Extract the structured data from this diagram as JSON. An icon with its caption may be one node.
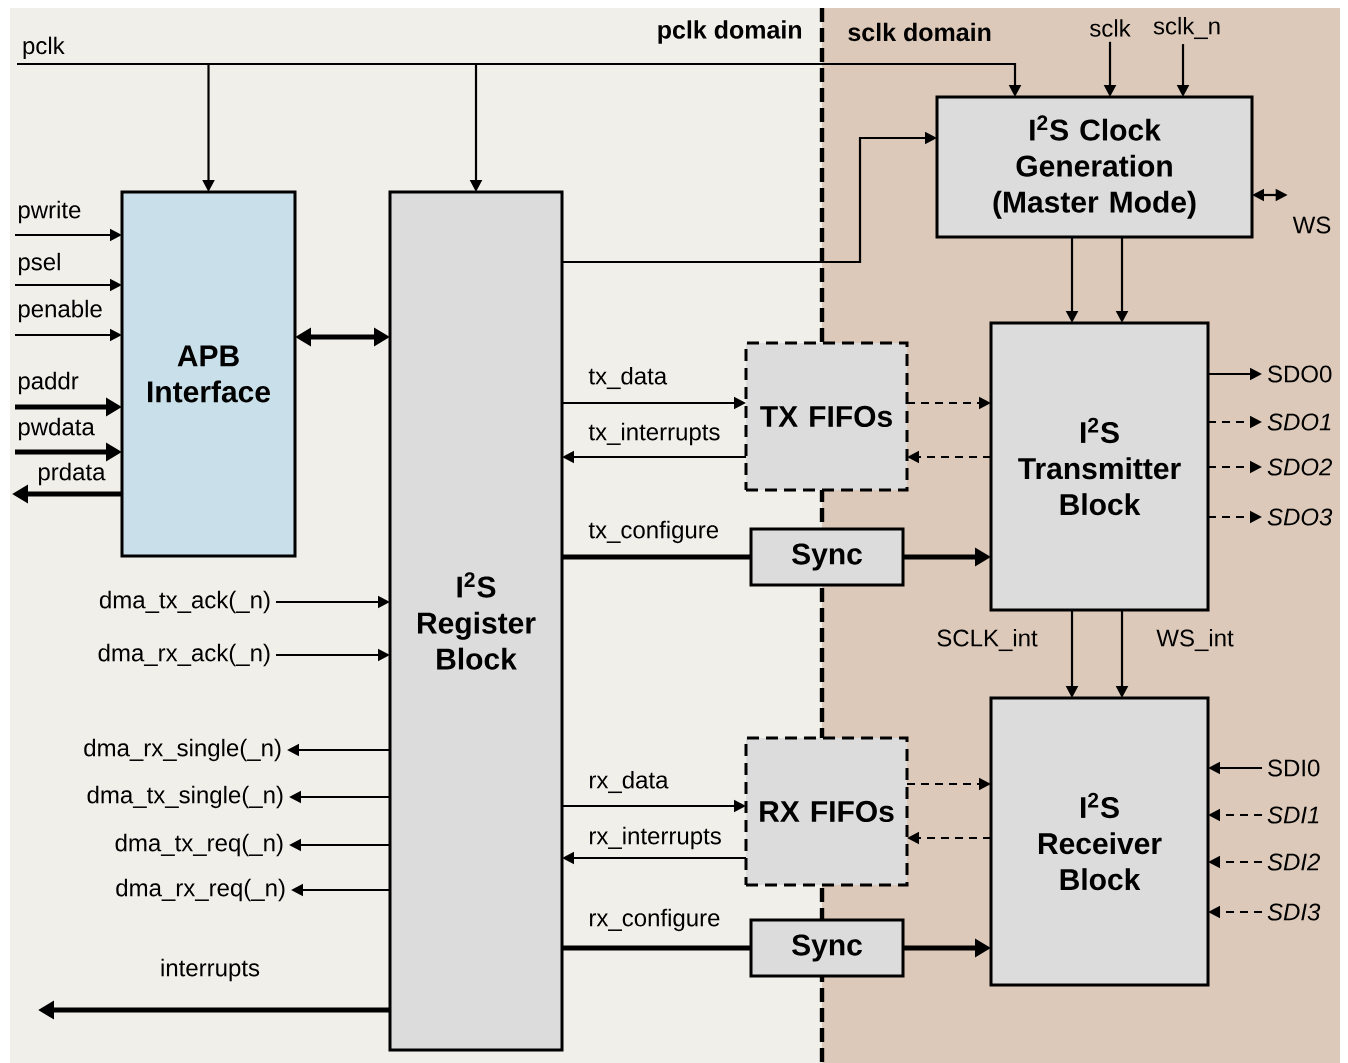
{
  "diagram": {
    "nodes": [
      {
        "text": [
          "pclk"
        ]
      },
      {
        "text": [
          "APB Interface"
        ]
      },
      {
        "text": [
          "I$^{2}$S Register Block"
        ]
      },
      {
        "text": [
          "I$^{2}$S Clock Generation (Master Mode)"
        ]
      },
      {
        "text": [
          "sclk"
        ]
      },
      {
        "text": [
          "sclk_n"
        ]
      },
      {
        "text": [
          "WS"
        ]
      },
      {
        "text": [
          "TX FIFOs"
        ]
      },
      {
        "text": [
          "Sync"
        ]
      },
      {
        "text": [
          "I$^{2}$S Transmitter Block"
        ]
      },
      {
        "text": [
          "SDO0"
        ]
      },
      {
        "text": [
          "SDO1"
        ]
      },
      {
        "text": [
          "SDO2"
        ]
      },
      {
        "text": [
          "SDO3"
        ]
      },
      {
        "text": [
          "RX FIFOs"
        ]
      },
      {
        "text": [
          "Sync"
        ]
      },
      {
        "text": [
          "I$^{2}$S Receiver Block"
        ]
      },
      {
        "text": [
          "SDI0"
        ]
      },
      {
        "text": [
          "SDI1"
        ]
      },
      {
        "text": [
          "SDI2"
        ]
      },
      {
        "text": [
          "SDI3"
        ]
      },
      {
        "text": [
          "dma_tx_ack(_n)"
        ]
      },
      {
        "text": [
          "dma_rx_ack(_n)"
        ]
      },
      {
        "text": [
          "dma_rx_single(_n)"
        ]
      },
      {
        "text": [
          "dma_tx_single(_n)"
        ]
      },
      {
        "text": [
          "dma_tx_req(_n)"
        ]
      },
      {
        "text": [
          "dma_rx_req(_n)"
        ]
      }
    ],
    "edges": [
      {
        "from": 0,
        "to": 1,
        "arrow": "to"
      },
      {
        "from": 0,
        "to": 2,
        "arrow": "to"
      },
      {
        "from": 0,
        "to": 3,
        "arrow": "to"
      },
      {
        "from": null,
        "to": 1,
        "arrow": "to",
        "label": "pwrite"
      },
      {
        "from": null,
        "to": 1,
        "arrow": "to",
        "label": "psel"
      },
      {
        "from": null,
        "to": 1,
        "arrow": "to",
        "label": "penable"
      },
      {
        "from": null,
        "to": 1,
        "arrow": "to",
        "label": "paddr",
        "style": "thick"
      },
      {
        "from": null,
        "to": 1,
        "arrow": "to",
        "label": "pwdata",
        "style": "thick"
      },
      {
        "from": 1,
        "to": null,
        "arrow": "to",
        "label": "prdata",
        "style": "thick"
      },
      {
        "from": 1,
        "to": 2,
        "arrow": "both",
        "style": "thick"
      },
      {
        "from": 2,
        "to": 3,
        "arrow": "to"
      },
      {
        "from": 4,
        "to": 3,
        "arrow": "to"
      },
      {
        "from": 5,
        "to": 3,
        "arrow": "to"
      },
      {
        "from": 3,
        "to": 6,
        "arrow": "both"
      },
      {
        "from": 3,
        "to": 9,
        "arrow": "to"
      },
      {
        "from": 3,
        "to": 9,
        "arrow": "to"
      },
      {
        "from": 2,
        "to": 7,
        "arrow": "to",
        "label": "tx_data"
      },
      {
        "from": 7,
        "to": 2,
        "arrow": "to",
        "label": "tx_interrupts"
      },
      {
        "from": 2,
        "to": 8,
        "arrow": "none",
        "label": "tx_configure",
        "style": "thick"
      },
      {
        "from": 8,
        "to": 9,
        "arrow": "to",
        "style": "thick"
      },
      {
        "from": 7,
        "to": 9,
        "arrow": "to",
        "style": "dashed"
      },
      {
        "from": 9,
        "to": 7,
        "arrow": "to",
        "style": "dashed"
      },
      {
        "from": 9,
        "to": 10,
        "arrow": "to"
      },
      {
        "from": 9,
        "to": 11,
        "arrow": "to",
        "style": "dashed"
      },
      {
        "from": 9,
        "to": 12,
        "arrow": "to",
        "style": "dashed"
      },
      {
        "from": 9,
        "to": 13,
        "arrow": "to",
        "style": "dashed"
      },
      {
        "from": 9,
        "to": 16,
        "arrow": "to",
        "label": "SCLK_int"
      },
      {
        "from": 9,
        "to": 16,
        "arrow": "to",
        "label": "WS_int"
      },
      {
        "from": 2,
        "to": 14,
        "arrow": "to",
        "label": "rx_data"
      },
      {
        "from": 14,
        "to": 2,
        "arrow": "to",
        "label": "rx_interrupts"
      },
      {
        "from": 2,
        "to": 15,
        "arrow": "none",
        "label": "rx_configure",
        "style": "thick"
      },
      {
        "from": 15,
        "to": 16,
        "arrow": "to",
        "style": "thick"
      },
      {
        "from": 14,
        "to": 16,
        "arrow": "to",
        "style": "dashed"
      },
      {
        "from": 16,
        "to": 14,
        "arrow": "to",
        "style": "dashed"
      },
      {
        "from": 17,
        "to": 16,
        "arrow": "to"
      },
      {
        "from": 18,
        "to": 16,
        "arrow": "to",
        "style": "dashed"
      },
      {
        "from": 19,
        "to": 16,
        "arrow": "to",
        "style": "dashed"
      },
      {
        "from": 20,
        "to": 16,
        "arrow": "to",
        "style": "dashed"
      },
      {
        "from": 21,
        "to": 2,
        "arrow": "to"
      },
      {
        "from": 22,
        "to": 2,
        "arrow": "to"
      },
      {
        "from": 2,
        "to": 23,
        "arrow": "to"
      },
      {
        "from": 2,
        "to": 24,
        "arrow": "to"
      },
      {
        "from": 2,
        "to": 25,
        "arrow": "to"
      },
      {
        "from": 2,
        "to": 26,
        "arrow": "to"
      },
      {
        "from": 2,
        "to": null,
        "arrow": "to",
        "label": "interrupts",
        "style": "thick"
      }
    ],
    "labels": [
      "pclk domain",
      "sclk domain"
    ]
  }
}
